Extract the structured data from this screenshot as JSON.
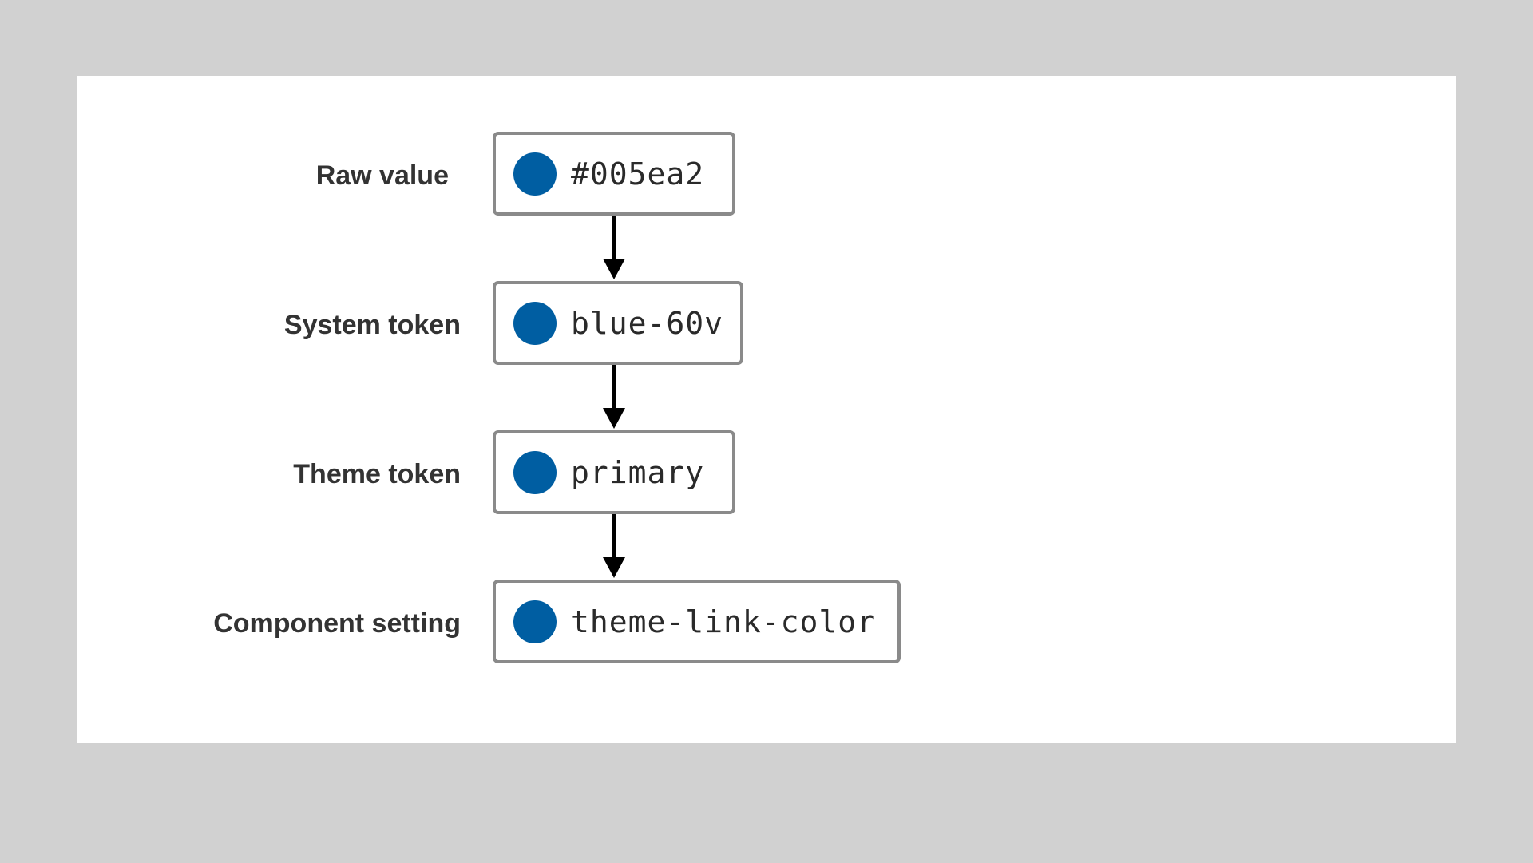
{
  "diagram": {
    "swatch_color": "#005ea2",
    "rows": [
      {
        "label": "Raw value",
        "token": "#005ea2"
      },
      {
        "label": "System token",
        "token": "blue-60v"
      },
      {
        "label": "Theme token",
        "token": "primary"
      },
      {
        "label": "Component setting",
        "token": "theme-link-color"
      }
    ]
  }
}
